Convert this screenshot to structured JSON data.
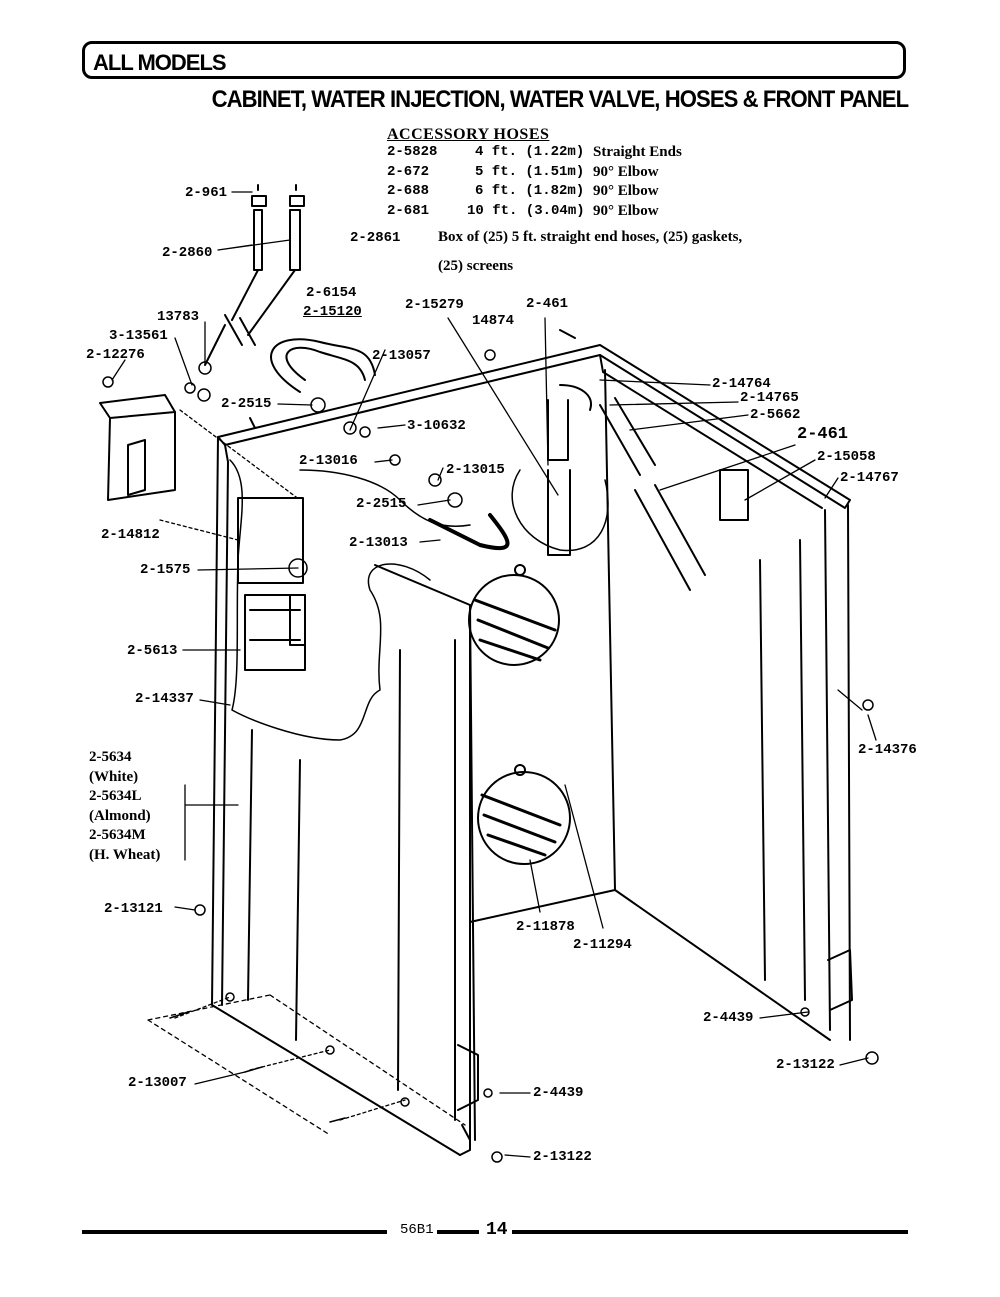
{
  "header": {
    "models": "ALL MODELS",
    "title": "CABINET, WATER INJECTION, WATER VALVE, HOSES & FRONT PANEL"
  },
  "accessory_hoses": {
    "heading": "ACCESSORY HOSES",
    "rows": [
      {
        "part": "2-5828",
        "length": "4 ft. (1.22m)",
        "type": "Straight Ends"
      },
      {
        "part": "2-672",
        "length": "5 ft. (1.51m)",
        "type": "90° Elbow"
      },
      {
        "part": "2-688",
        "length": "6 ft. (1.82m)",
        "type": "90° Elbow"
      },
      {
        "part": "2-681",
        "length": "10 ft. (3.04m)",
        "type": "90° Elbow"
      }
    ],
    "box": {
      "part": "2-2861",
      "line1": "Box of (25) 5 ft. straight end hoses, (25) gaskets,",
      "line2": "(25) screens"
    }
  },
  "callouts": {
    "p2_961": "2-961",
    "p2_2860": "2-2860",
    "p13783": "13783",
    "p3_13561": "3-13561",
    "p2_12276": "2-12276",
    "p2_6154": "2-6154",
    "p2_15120": "2-15120",
    "p2_15279": "2-15279",
    "p2_461_top": "2-461",
    "p14874": "14874",
    "p2_13057": "2-13057",
    "p2_2515_a": "2-2515",
    "p3_10632": "3-10632",
    "p2_14764": "2-14764",
    "p2_14765": "2-14765",
    "p2_5662": "2-5662",
    "p2_461_big": "2-461",
    "p2_15058": "2-15058",
    "p2_14767": "2-14767",
    "p2_13016": "2-13016",
    "p2_13015": "2-13015",
    "p2_2515_b": "2-2515",
    "p2_13013": "2-13013",
    "p2_14812": "2-14812",
    "p2_1575": "2-1575",
    "p2_5613": "2-5613",
    "p2_14337": "2-14337",
    "p2_14376": "2-14376",
    "p2_13121": "2-13121",
    "p2_11878": "2-11878",
    "p2_11294": "2-11294",
    "p2_4439_right": "2-4439",
    "p2_13122_right": "2-13122",
    "p2_13007": "2-13007",
    "p2_4439_bottom": "2-4439",
    "p2_13122_bottom": "2-13122"
  },
  "front_panel_colors": [
    "2-5634",
    "(White)",
    "2-5634L",
    "(Almond)",
    "2-5634M",
    "(H. Wheat)"
  ],
  "footer": {
    "code": "56B1",
    "page_number": "14"
  }
}
